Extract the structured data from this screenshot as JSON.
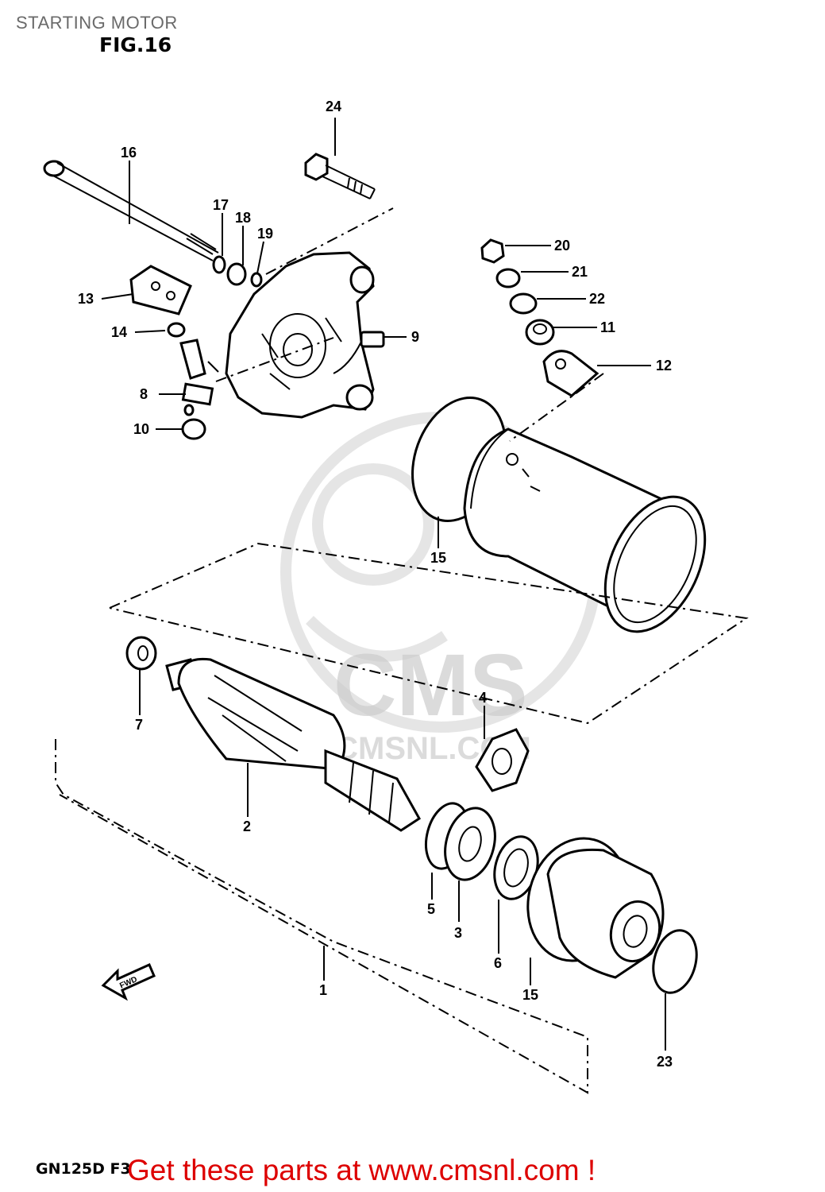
{
  "header": {
    "title": "STARTING MOTOR",
    "figure": "FIG.16"
  },
  "footer": {
    "model_code": "GN125D F3",
    "promo": "Get these parts at www.cmsnl.com !"
  },
  "watermark": {
    "brand": "CMS",
    "site": "WWW.CMSNL.COM"
  },
  "fwd_marker": "FWD",
  "callouts": {
    "p1": "1",
    "p2": "2",
    "p3": "3",
    "p4": "4",
    "p5": "5",
    "p6": "6",
    "p7": "7",
    "p8": "8",
    "p9": "9",
    "p10": "10",
    "p11": "11",
    "p12": "12",
    "p13": "13",
    "p14": "14",
    "p15a": "15",
    "p15b": "15",
    "p16": "16",
    "p17": "17",
    "p18": "18",
    "p19": "19",
    "p20": "20",
    "p21": "21",
    "p22": "22",
    "p23": "23",
    "p24": "24"
  },
  "colors": {
    "promo": "#dd0000",
    "title": "#6a6a6a",
    "ink": "#000000"
  }
}
